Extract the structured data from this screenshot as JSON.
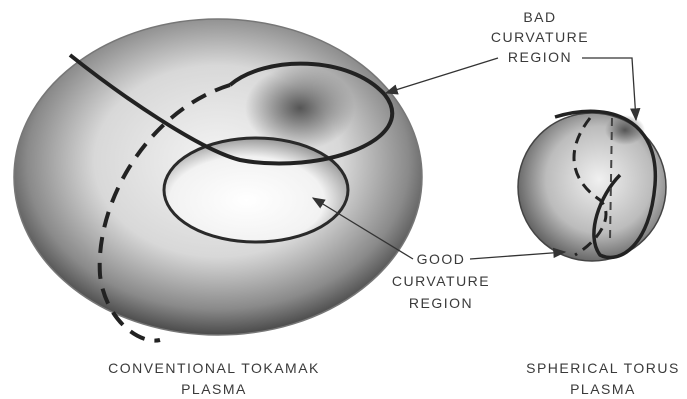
{
  "labels": {
    "bad_curvature": [
      "BAD",
      "CURVATURE",
      "REGION"
    ],
    "good_curvature": [
      "GOOD",
      "CURVATURE",
      "REGION"
    ],
    "tokamak_caption": [
      "CONVENTIONAL TOKAMAK",
      "PLASMA"
    ],
    "spherical_caption": [
      "SPHERICAL TORUS",
      "PLASMA"
    ]
  }
}
